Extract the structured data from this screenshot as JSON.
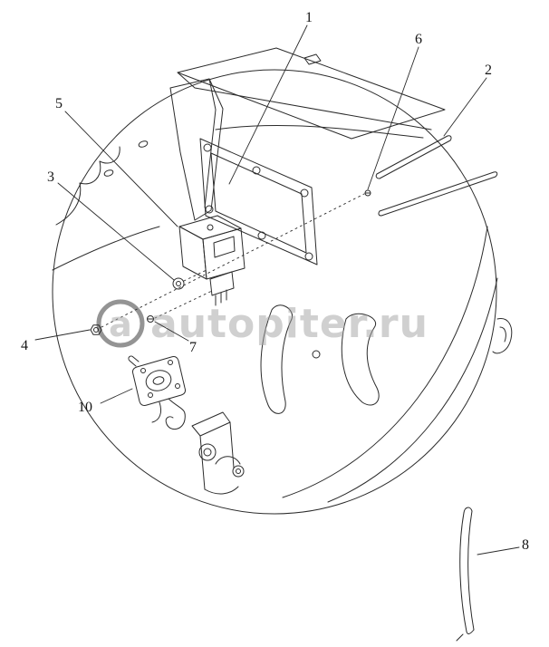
{
  "diagram": {
    "watermark": {
      "logo_letter": "a",
      "text": "autopiter.ru"
    },
    "callouts": [
      {
        "label": "1"
      },
      {
        "label": "2"
      },
      {
        "label": "3"
      },
      {
        "label": "4"
      },
      {
        "label": "5"
      },
      {
        "label": "6"
      },
      {
        "label": "7"
      },
      {
        "label": "8"
      },
      {
        "label": "10"
      }
    ],
    "colors": {
      "line": "#2b2b2b",
      "watermark": "#a3a3a3",
      "background": "#ffffff"
    }
  }
}
